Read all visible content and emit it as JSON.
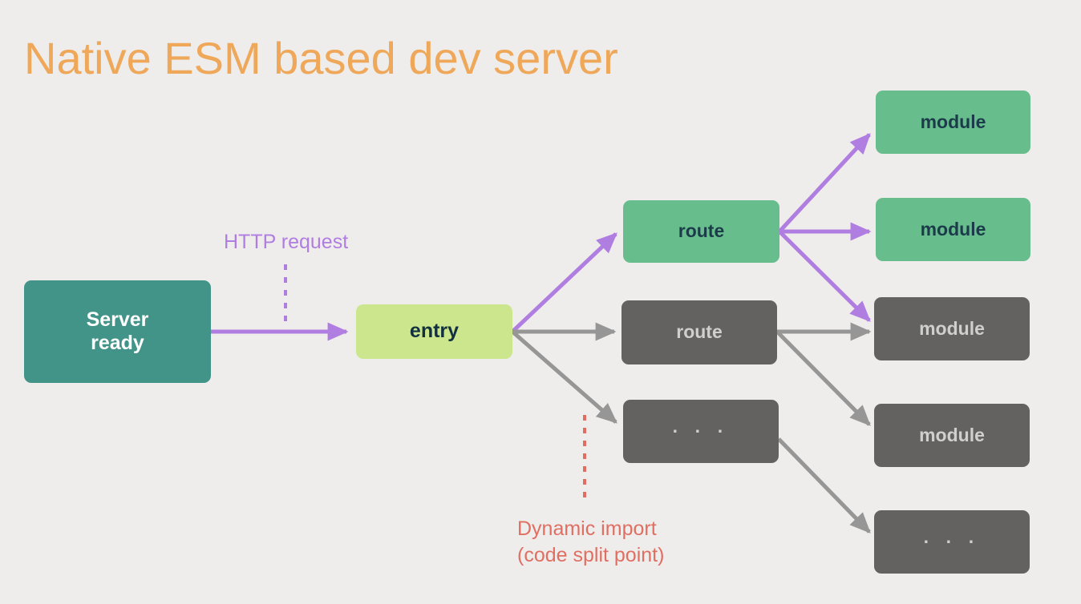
{
  "title": "Native ESM based dev server",
  "colors": {
    "background": "#eeedec",
    "title": "#efa85a",
    "teal": "#429488",
    "lime": "#cbe68d",
    "green": "#67be8c",
    "gray": "#636261",
    "purple_arrow": "#b07ee0",
    "gray_arrow": "#969696",
    "dynamic_import_red": "#e06f62"
  },
  "nodes": {
    "server_ready": "Server\nready",
    "entry": "entry",
    "route_green": "route",
    "route_gray": "route",
    "ellipsis_mid": "· · ·",
    "module_1": "module",
    "module_2": "module",
    "module_3": "module",
    "module_4": "module",
    "ellipsis_right": "· · ·"
  },
  "annotations": {
    "http_request": "HTTP request",
    "dynamic_import": "Dynamic import\n(code split point)"
  },
  "diagram": {
    "edges": [
      {
        "name": "server-ready-to-entry",
        "kind": "solid",
        "color": "#b07ee0"
      },
      {
        "name": "entry-to-route-green",
        "kind": "solid",
        "color": "#b07ee0"
      },
      {
        "name": "entry-to-route-gray",
        "kind": "solid",
        "color": "#969696"
      },
      {
        "name": "entry-to-ellipsis-mid",
        "kind": "solid",
        "color": "#969696"
      },
      {
        "name": "route-green-to-module-1",
        "kind": "solid",
        "color": "#b07ee0"
      },
      {
        "name": "route-green-to-module-2",
        "kind": "solid",
        "color": "#b07ee0"
      },
      {
        "name": "route-green-to-module-3",
        "kind": "solid",
        "color": "#b07ee0"
      },
      {
        "name": "route-gray-to-module-3",
        "kind": "solid",
        "color": "#969696"
      },
      {
        "name": "route-gray-to-module-4",
        "kind": "solid",
        "color": "#969696"
      },
      {
        "name": "ellipsis-mid-to-ellipsis-right",
        "kind": "solid",
        "color": "#969696"
      },
      {
        "name": "http-request-marker",
        "kind": "dashed",
        "color": "#b07ee0"
      },
      {
        "name": "dynamic-import-marker",
        "kind": "dashed",
        "color": "#e06f62"
      }
    ]
  }
}
